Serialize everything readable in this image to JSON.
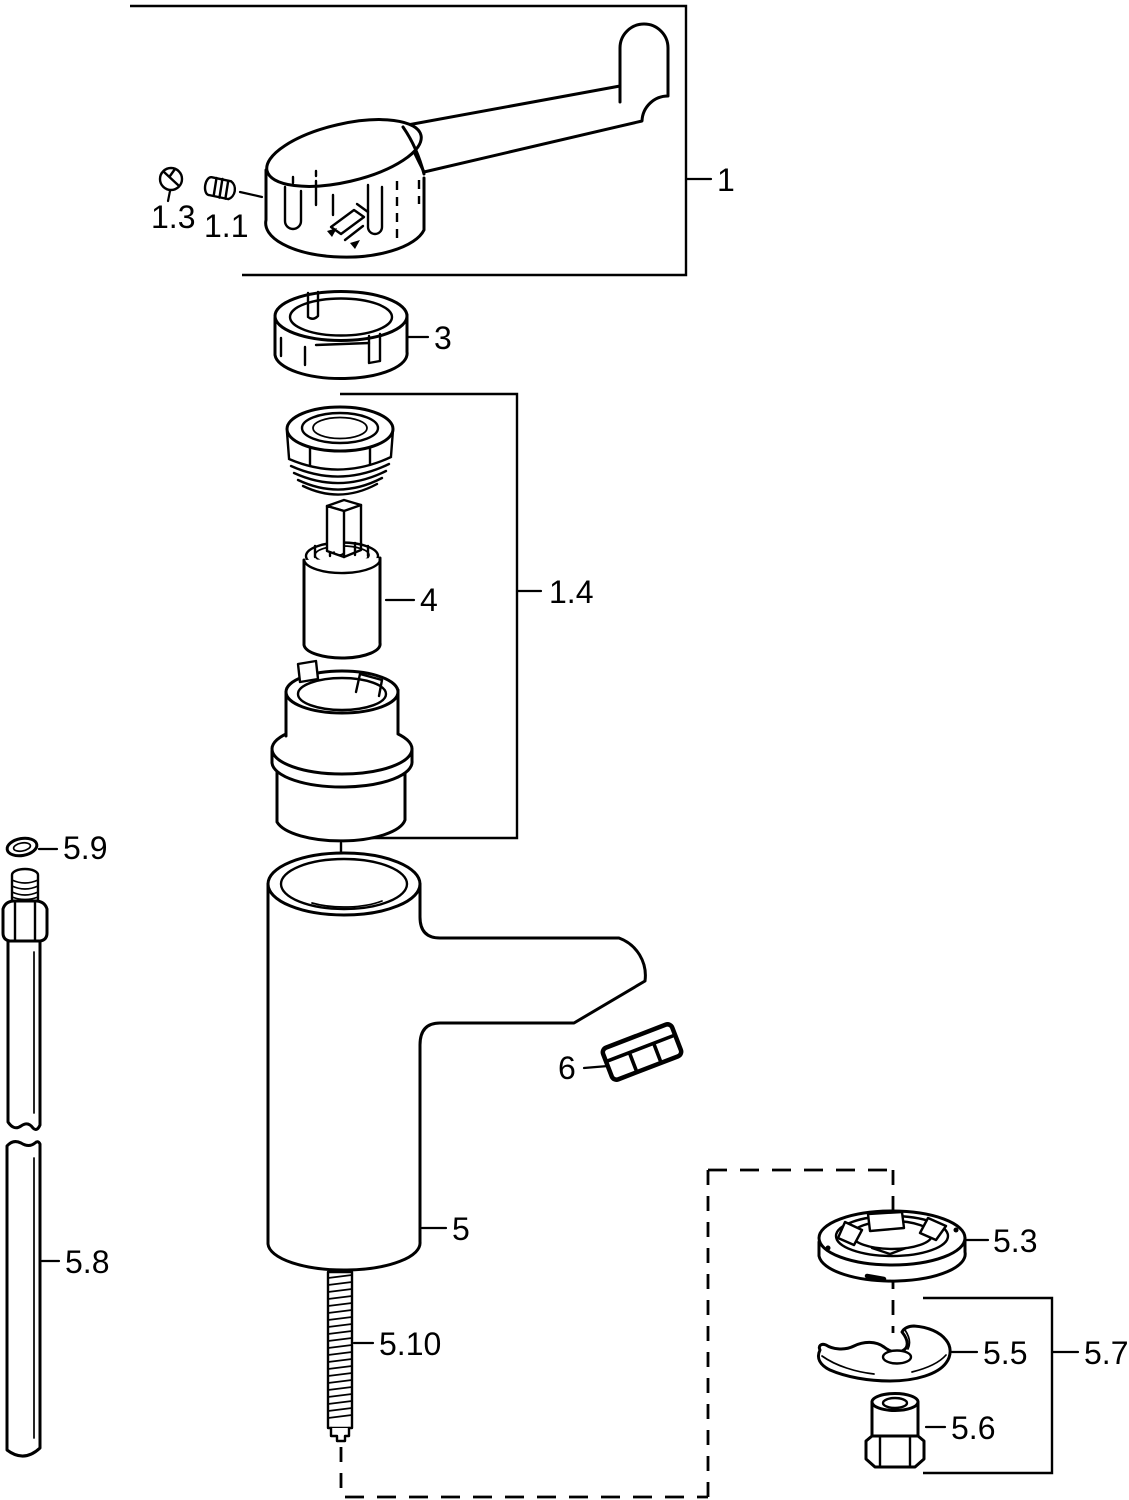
{
  "diagram": {
    "type": "exploded-parts-diagram",
    "line_color": "#000000",
    "background_color": "#ffffff",
    "labels": {
      "part1": "1",
      "part1_1": "1.1",
      "part1_3": "1.3",
      "part1_4": "1.4",
      "part3": "3",
      "part4": "4",
      "part5": "5",
      "part5_3": "5.3",
      "part5_5": "5.5",
      "part5_6": "5.6",
      "part5_7": "5.7",
      "part5_8": "5.8",
      "part5_9": "5.9",
      "part5_10": "5.10",
      "part6": "6"
    }
  }
}
